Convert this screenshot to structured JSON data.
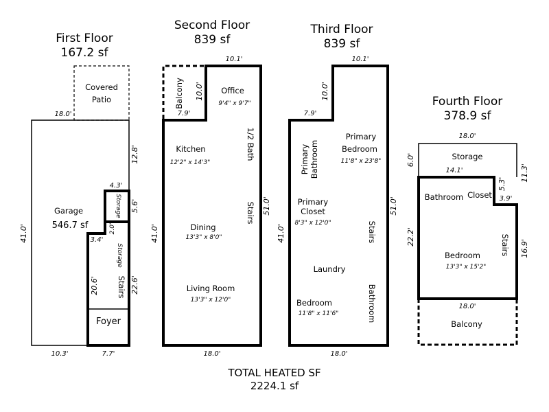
{
  "floors": {
    "first": {
      "name": "First Floor",
      "area": "167.2 sf"
    },
    "second": {
      "name": "Second Floor",
      "area": "839 sf"
    },
    "third": {
      "name": "Third Floor",
      "area": "839 sf"
    },
    "fourth": {
      "name": "Fourth Floor",
      "area": "378.9 sf"
    }
  },
  "first_floor": {
    "covered": "Covered",
    "patio": "Patio",
    "garage": "Garage",
    "garage_area": "546.7 sf",
    "storage": "Storage",
    "storage2": "Storage",
    "stairs": "Stairs",
    "foyer": "Foyer",
    "dims": {
      "top": "18.0'",
      "left": "41.0'",
      "right_upper": "12.8'",
      "storage_w": "4.3'",
      "storage_h": "5.6'",
      "storage2_h": "2.0'",
      "step": "3.4'",
      "stair_h": "20.6'",
      "right_lower": "22.6'",
      "bottom_left": "10.3'",
      "bottom_right": "7.7'"
    }
  },
  "second_floor": {
    "balcony": "Balcony",
    "office": "Office",
    "office_size": "9'4\" x 9'7\"",
    "half_bath": "1/2 Bath",
    "kitchen": "Kitchen",
    "kitchen_size": "12'2\" x 14'3\"",
    "stairs": "Stairs",
    "dining": "Dining",
    "dining_size": "13'3\" x 8'0\"",
    "living": "Living Room",
    "living_size": "13'3\" x 12'0\"",
    "dims": {
      "top": "10.1'",
      "balcony_h": "10.0'",
      "balcony_w": "7.9'",
      "left": "41.0'",
      "right": "51.0'",
      "bottom": "18.0'"
    }
  },
  "third_floor": {
    "primary_bath_1": "Primary",
    "primary_bath_2": "Bathroom",
    "primary_bed_1": "Primary",
    "primary_bed_2": "Bedroom",
    "primary_bed_size": "11'8\" x 23'8\"",
    "primary_closet_1": "Primary",
    "primary_closet_2": "Closet",
    "primary_closet_size": "8'3\" x 12'0\"",
    "stairs": "Stairs",
    "laundry": "Laundry",
    "bedroom": "Bedroom",
    "bedroom_size": "11'8\" x 11'6\"",
    "bathroom": "Bathroom",
    "dims": {
      "top": "10.1'",
      "step_h": "10.0'",
      "step_w": "7.9'",
      "left": "41.0'",
      "right": "51.0'",
      "bottom": "18.0'"
    }
  },
  "fourth_floor": {
    "storage": "Storage",
    "bathroom": "Bathroom",
    "closet": "Closet",
    "bedroom": "Bedroom",
    "bedroom_size": "13'3\" x 15'2\"",
    "stairs": "Stairs",
    "balcony": "Balcony",
    "dims": {
      "top": "18.0'",
      "storage_h": "6.0'",
      "storage_w": "14.1'",
      "right_upper": "11.3'",
      "closet_h": "5.3'",
      "closet_w": "3.9'",
      "left": "22.2'",
      "right_lower": "16.9'",
      "bottom": "18.0'"
    }
  },
  "total": {
    "label": "TOTAL HEATED SF",
    "value": "2224.1 sf"
  }
}
